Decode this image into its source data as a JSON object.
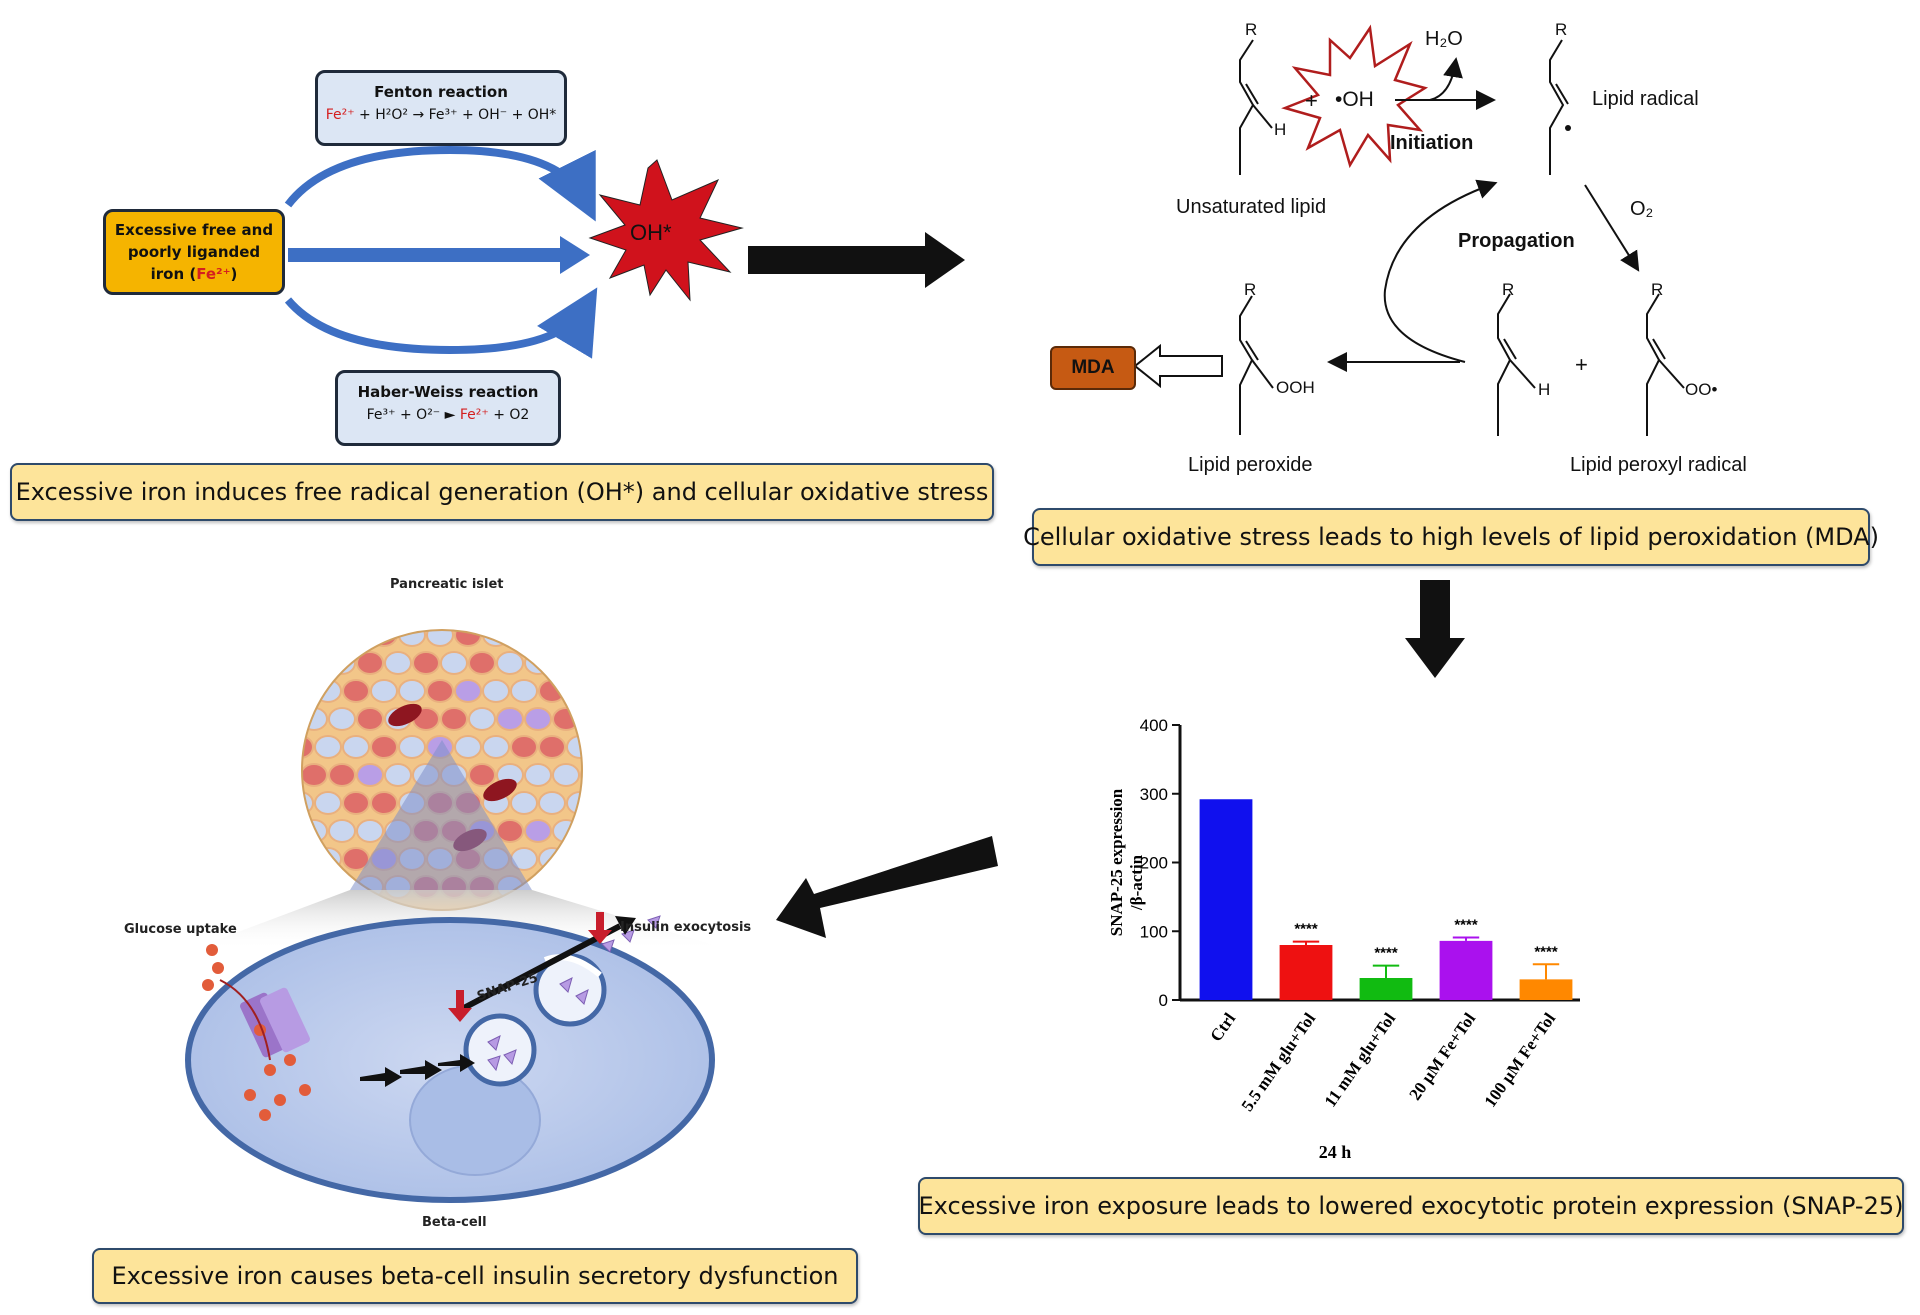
{
  "captions": {
    "iron_radical": "Excessive iron induces free radical generation (OH*) and cellular oxidative stress",
    "lipid_peroxidation": "Cellular oxidative stress leads to high levels of lipid peroxidation (MDA)",
    "snap25": "Excessive iron exposure leads to lowered exocytotic protein expression (SNAP-25)",
    "beta_cell": "Excessive iron causes beta-cell insulin secretory dysfunction"
  },
  "fenton": {
    "title": "Fenton reaction",
    "eq_fe2": "Fe²⁺",
    "eq_rest": " + H²O² → Fe³⁺ + OH⁻ + OH*"
  },
  "haber_weiss": {
    "title": "Haber-Weiss reaction",
    "eq_start": "Fe³⁺ + O²⁻ ► ",
    "eq_fe2": "Fe²⁺",
    "eq_end": " + O2"
  },
  "iron_box": {
    "line1": "Excessive free and",
    "line2": "poorly liganded",
    "line3_a": "iron (",
    "line3_fe": "Fe²⁺",
    "line3_b": ")"
  },
  "oh_star": "OH*",
  "lipid": {
    "R": "R",
    "H": "H",
    "plus": "+",
    "oh_radical": "•OH",
    "h2o": "H₂O",
    "initiation": "Initiation",
    "propagation": "Propagation",
    "o2": "O₂",
    "ooh": "OOH",
    "oo_radical": "OO•",
    "unsaturated_lipid": "Unsaturated lipid",
    "lipid_radical": "Lipid radical",
    "lipid_peroxide": "Lipid peroxide",
    "lipid_peroxyl_radical": "Lipid peroxyl radical",
    "mda": "MDA"
  },
  "islet": {
    "pancreatic_islet": "Pancreatic islet",
    "glucose_uptake": "Glucose uptake",
    "insulin_exocytosis": "Insulin exocytosis",
    "snap25": "SNAP-25",
    "beta_cell": "Beta-cell"
  },
  "chart_data": {
    "type": "bar",
    "ylabel_line1": "SNAP-25 expression",
    "ylabel_line2": "/β-actin",
    "xlabel": "24 h",
    "ylim": [
      0,
      400
    ],
    "yticks": [
      0,
      100,
      200,
      300,
      400
    ],
    "categories": [
      "Ctrl",
      "5.5 mM glu+Tol",
      "11 mM glu+Tol",
      "20 μM Fe+Tol",
      "100 μM Fe+Tol"
    ],
    "values": [
      292,
      80,
      32,
      86,
      30
    ],
    "errors": [
      0,
      5,
      18,
      5,
      22
    ],
    "significance": [
      "",
      "****",
      "****",
      "****",
      "****"
    ],
    "colors": [
      "#1010ee",
      "#ee1111",
      "#11bb11",
      "#aa11ee",
      "#ff8800"
    ]
  }
}
